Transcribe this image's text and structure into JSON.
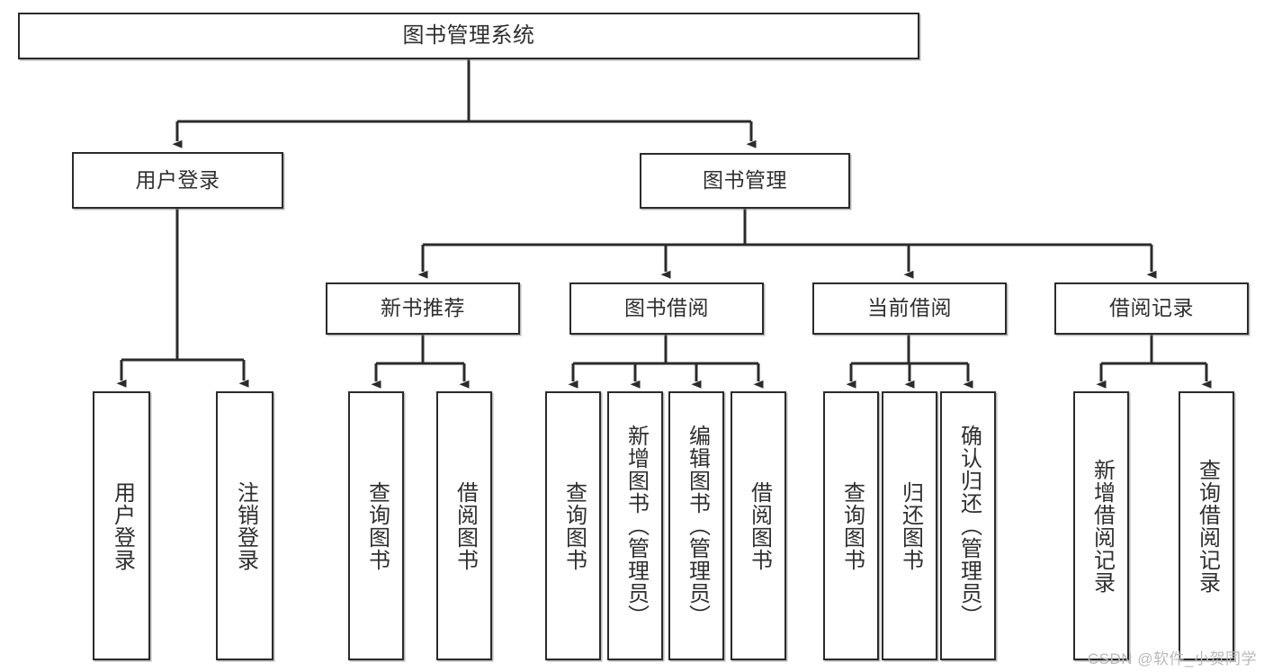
{
  "diagram": {
    "title": "图书管理系统",
    "type": "tree",
    "colors": {
      "box_border": "#2b2b2b",
      "box_fill": "#ffffff",
      "text": "#2f2f2f",
      "connector": "#2b2b2b",
      "watermark": "#b9b9b9"
    },
    "root": {
      "label": "图书管理系统"
    },
    "level2": [
      {
        "label": "用户登录"
      },
      {
        "label": "图书管理"
      }
    ],
    "level3": [
      {
        "label": "新书推荐"
      },
      {
        "label": "图书借阅"
      },
      {
        "label": "当前借阅"
      },
      {
        "label": "借阅记录"
      }
    ],
    "leaves": {
      "user_login": [
        {
          "label": "用户登录"
        },
        {
          "label": "注销登录"
        }
      ],
      "new_book_recommend": [
        {
          "label": "查询图书"
        },
        {
          "label": "借阅图书"
        }
      ],
      "book_borrow": [
        {
          "label": "查询图书"
        },
        {
          "label": "新增图书（管理员）"
        },
        {
          "label": "编辑图书（管理员）"
        },
        {
          "label": "借阅图书"
        }
      ],
      "current_borrow": [
        {
          "label": "查询图书"
        },
        {
          "label": "归还图书"
        },
        {
          "label": "确认归还（管理员）"
        }
      ],
      "borrow_record": [
        {
          "label": "新增借阅记录"
        },
        {
          "label": "查询借阅记录"
        }
      ]
    }
  },
  "watermark": {
    "text": "CSDN @软件_小贺同学"
  }
}
